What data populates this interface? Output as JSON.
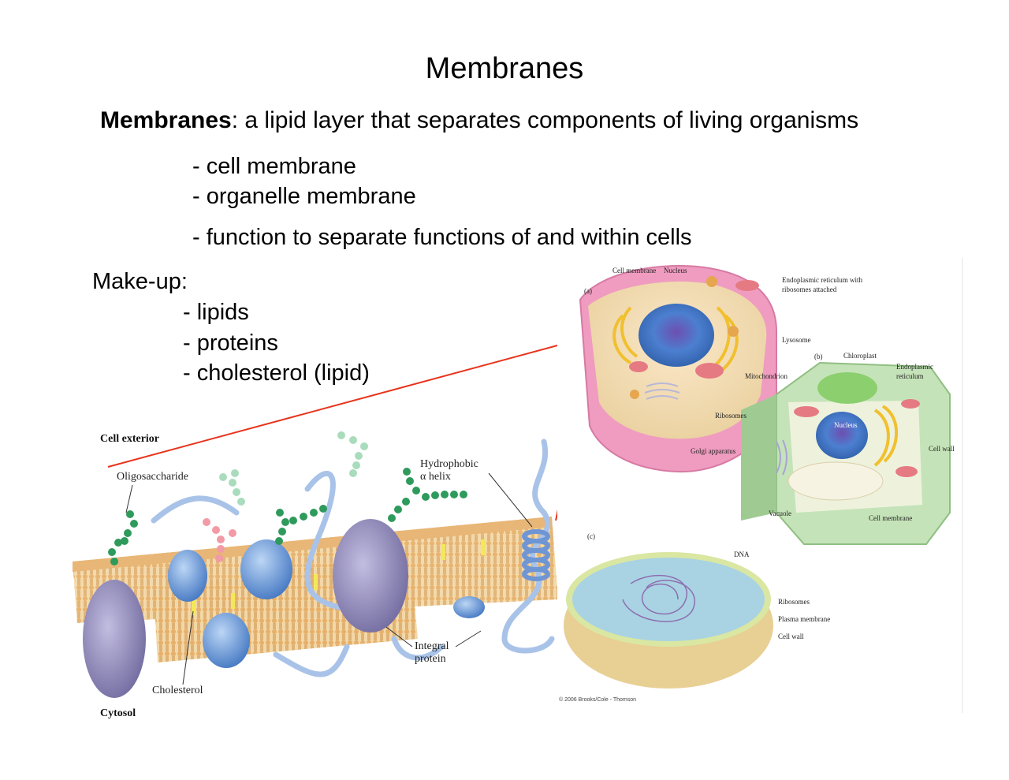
{
  "slide": {
    "title": "Membranes",
    "definition_term": "Membranes",
    "definition_text": ": a lipid layer that separates components of living organisms",
    "bullets": [
      "- cell membrane",
      "- organelle membrane",
      "- function to separate functions of and within cells"
    ],
    "makeup_heading": "Make-up:",
    "makeup_items": [
      "- lipids",
      "- proteins",
      "- cholesterol (lipid)"
    ]
  },
  "membrane_figure": {
    "cell_exterior": "Cell exterior",
    "oligosaccharide": "Oligosaccharide",
    "hydrophobic_line1": "Hydrophobic",
    "hydrophobic_line2": "α helix",
    "integral_line1": "Integral",
    "integral_line2": "protein",
    "cholesterol": "Cholesterol",
    "cytosol": "Cytosol"
  },
  "cell_figure": {
    "panel_a": "(a)",
    "panel_b": "(b)",
    "panel_c": "(c)",
    "cell_membrane_a": "Cell membrane",
    "nucleus_a": "Nucleus",
    "er_ribosomes_line1": "Endoplasmic reticulum with",
    "er_ribosomes_line2": "ribosomes attached",
    "lysosome": "Lysosome",
    "mitochondrion": "Mitochondrion",
    "ribosomes_a": "Ribosomes",
    "golgi": "Golgi apparatus",
    "chloroplast": "Chloroplast",
    "er_b_line1": "Endoplasmic",
    "er_b_line2": "reticulum",
    "nucleus_b": "Nucleus",
    "cell_wall_b": "Cell wall",
    "vacuole": "Vacuole",
    "cell_membrane_b": "Cell membrane",
    "dna": "DNA",
    "ribosomes_c": "Ribosomes",
    "plasma_membrane": "Plasma membrane",
    "cell_wall_c": "Cell wall",
    "copyright": "© 2006 Brooks/Cole - Thomson"
  },
  "colors": {
    "callout_red": "#e8341c",
    "protein_purple": "#8c86b4",
    "protein_blue": "#5f8fd0",
    "lipid_tan": "#e9b97c",
    "sugar_green": "#2e9a5c",
    "cell_pink": "#ef9cc0",
    "plant_green": "#a6cf9a",
    "nucleus_blue": "#3b6fc0"
  }
}
